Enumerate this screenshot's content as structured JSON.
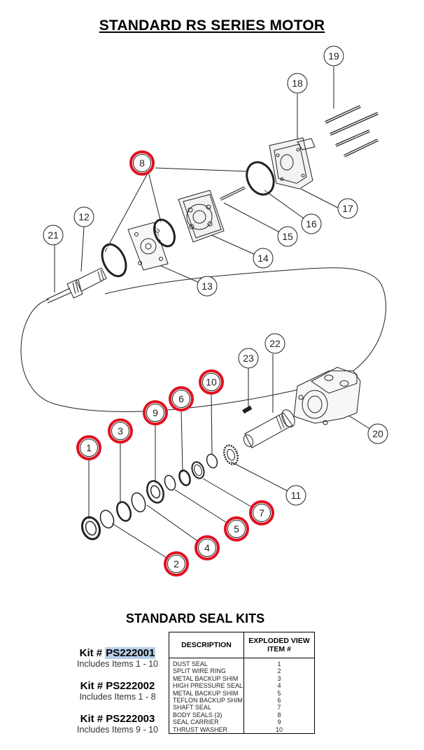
{
  "page_title": "STANDARD RS SERIES MOTOR",
  "callouts": [
    "1",
    "2",
    "3",
    "4",
    "5",
    "6",
    "7",
    "8",
    "9",
    "10",
    "11",
    "12",
    "13",
    "14",
    "15",
    "16",
    "17",
    "18",
    "19",
    "20",
    "21",
    "22",
    "23"
  ],
  "highlighted_color": "#e01020",
  "seal_kits": {
    "title": "STANDARD SEAL KITS",
    "kits": [
      {
        "prefix": "Kit #",
        "number": "PS222001",
        "includes": "Includes Items 1 - 10",
        "selected": true
      },
      {
        "prefix": "Kit #",
        "number": "PS222002",
        "includes": "Includes Items 1 - 8",
        "selected": false
      },
      {
        "prefix": "Kit #",
        "number": "PS222003",
        "includes": "Includes Items 9 - 10",
        "selected": false
      }
    ],
    "table": {
      "headers": {
        "description": "DESCRIPTION",
        "item": "EXPLODED VIEW ITEM #"
      },
      "rows": [
        {
          "description": "DUST SEAL",
          "item": "1"
        },
        {
          "description": "SPLIT WIRE RING",
          "item": "2"
        },
        {
          "description": "METAL BACKUP SHIM",
          "item": "3"
        },
        {
          "description": "HIGH PRESSURE SEAL",
          "item": "4"
        },
        {
          "description": "METAL BACKUP SHIM",
          "item": "5"
        },
        {
          "description": "TEFLON BACKUP SHIM",
          "item": "6"
        },
        {
          "description": "SHAFT SEAL",
          "item": "7"
        },
        {
          "description": "BODY SEALS (3)",
          "item": "8"
        },
        {
          "description": "SEAL CARRIER",
          "item": "9"
        },
        {
          "description": "THRUST WASHER",
          "item": "10"
        }
      ]
    }
  }
}
